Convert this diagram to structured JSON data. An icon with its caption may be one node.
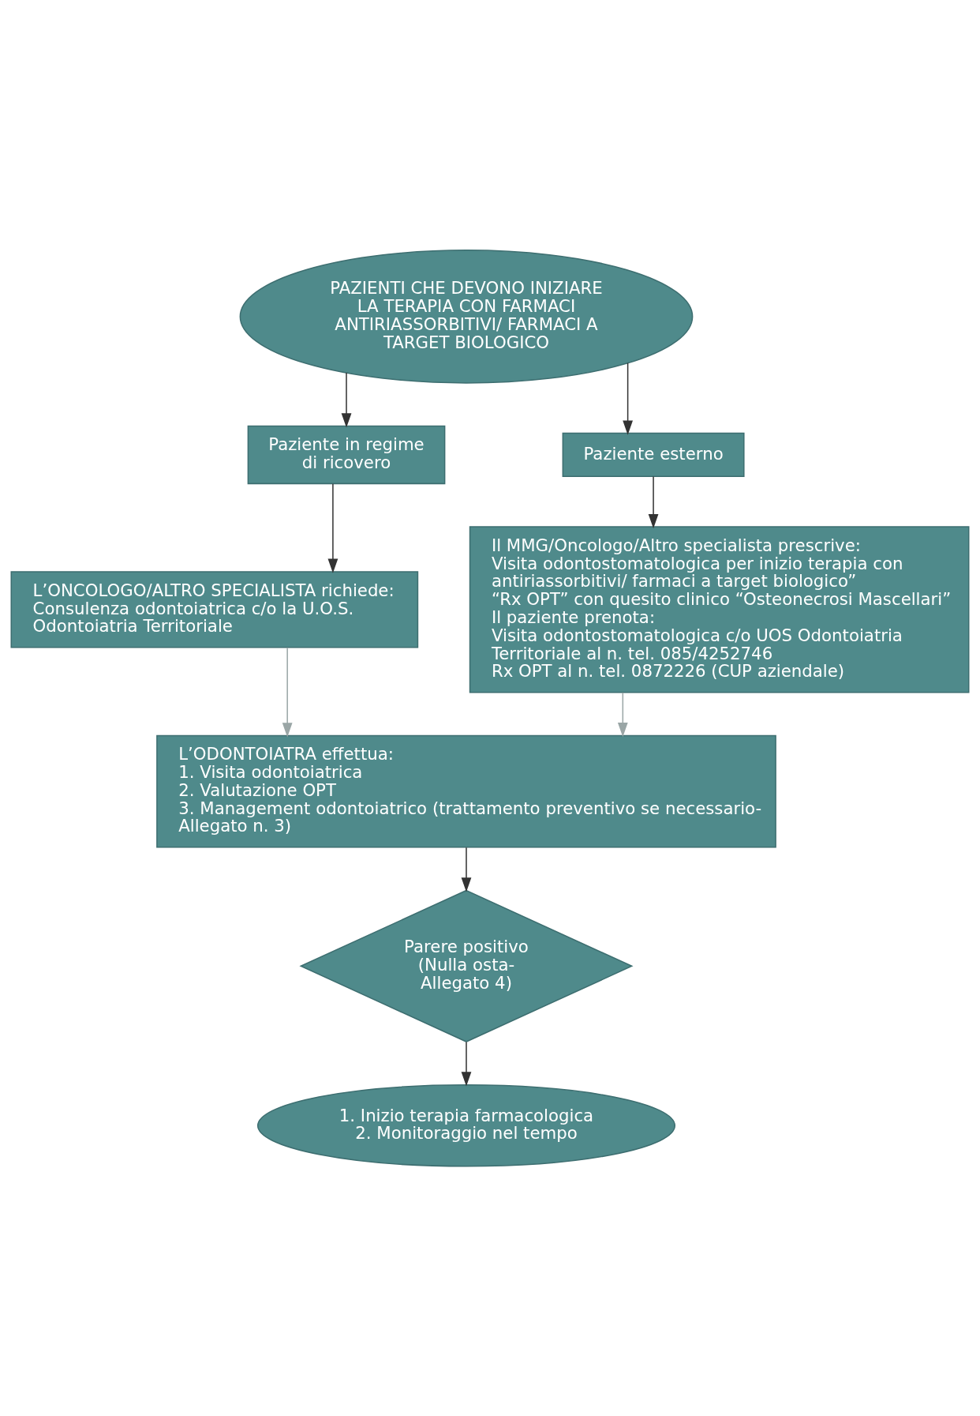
{
  "diagram": {
    "nodes": [
      {
        "text": [
          "PAZIENTI CHE DEVONO INIZIARE LA TERAPIA CON FARMACI ANTIRIASSORBITIVI/ FARMACI A TARGET BIOLOGICO"
        ]
      },
      {
        "text": [
          "Paziente in regime di ricovero"
        ]
      },
      {
        "text": [
          "Paziente esterno"
        ]
      },
      {
        "text": [
          "L’ONCOLOGO/ALTRO SPECIALISTA richiede:",
          "Consulenza odontoiatrica c/o la U.O.S. Odontoiatria Territoriale"
        ]
      },
      {
        "text": [
          "Il MMG/Oncologo/Altro specialista prescrive:",
          "Visita odontostomatologica per inizio terapia con antiriassorbitivi/ farmaci a target biologico”",
          "“Rx OPT” con quesito clinico “Osteonecrosi Mascellari”",
          "Il paziente prenota:",
          "Visita odontostomatologica c/o UOS Odontoiatria Territoriale al n. tel. 085/4252746",
          "Rx OPT al n. tel. 0872226 (CUP aziendale)"
        ]
      },
      {
        "text": [
          "L’ODONTOIATRA effettua:",
          "1. Visita odontoiatrica",
          "2. Valutazione OPT",
          "3. Management odontoiatrico (trattamento preventivo se necessario-Allegato n. 3)"
        ]
      },
      {
        "text": [
          "Parere positivo (Nulla osta- Allegato 4)"
        ]
      },
      {
        "text": [
          "1. Inizio terapia farmacologica",
          "2. Monitoraggio nel tempo"
        ]
      }
    ],
    "edges": [
      {
        "from": 0,
        "to": 1,
        "arrow": "to"
      },
      {
        "from": 0,
        "to": 2,
        "arrow": "to"
      },
      {
        "from": 1,
        "to": 3,
        "arrow": "to"
      },
      {
        "from": 2,
        "to": 4,
        "arrow": "to"
      },
      {
        "from": 3,
        "to": 5,
        "arrow": "to",
        "color": "#9aa6a6"
      },
      {
        "from": 4,
        "to": 5,
        "arrow": "to",
        "color": "#9aa6a6"
      },
      {
        "from": 5,
        "to": 6,
        "arrow": "to"
      },
      {
        "from": 6,
        "to": 7,
        "arrow": "to"
      }
    ]
  }
}
